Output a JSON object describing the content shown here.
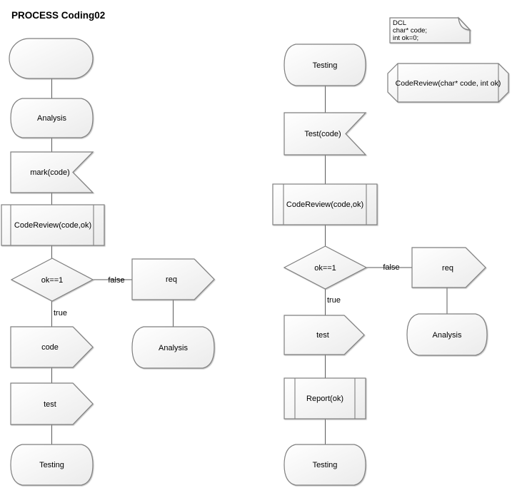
{
  "title": "PROCESS Coding02",
  "colors": {
    "shape_border": "#7f7f7f",
    "connector": "#5a5a5a",
    "text": "#000000",
    "fill_top": "#ffffff",
    "fill_bottom": "#ebebeb"
  },
  "left_flow": {
    "state_analysis": "Analysis",
    "input_mark": "mark(code)",
    "procedure_codereview": "CodeReview(code,ok)",
    "decision": "ok==1",
    "label_true": "true",
    "label_false": "false",
    "output_code": "code",
    "output_test": "test",
    "state_testing": "Testing",
    "output_req": "req",
    "state_analysis_branch": "Analysis"
  },
  "right_flow": {
    "state_testing_top": "Testing",
    "input_test": "Test(code)",
    "procedure_codereview": "CodeReview(code,ok)",
    "decision": "ok==1",
    "label_true": "true",
    "label_false": "false",
    "output_test": "test",
    "procedure_report": "Report(ok)",
    "state_testing_bottom": "Testing",
    "output_req": "req",
    "state_analysis_branch": "Analysis"
  },
  "declarations": {
    "note": {
      "line1": "DCL",
      "line2": "char* code;",
      "line3": "int ok=0;"
    },
    "procedure_signature": "CodeReview(char* code, int ok)"
  }
}
